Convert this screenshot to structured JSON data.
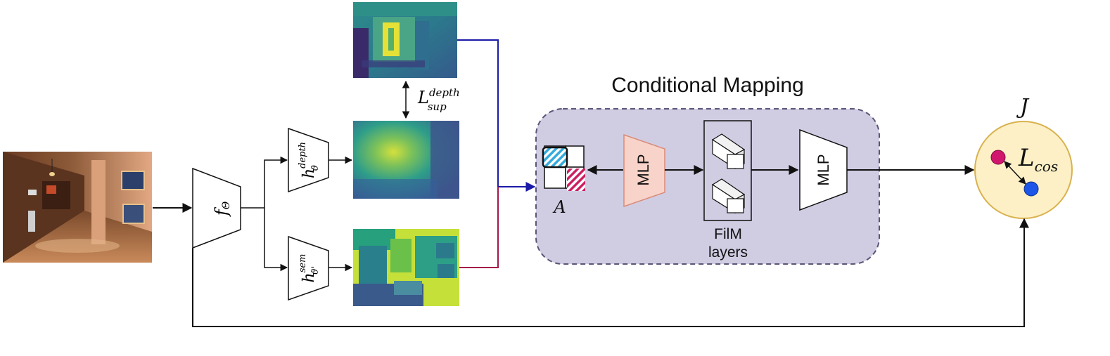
{
  "section_title": "Conditional Mapping",
  "labels": {
    "encoder": "f",
    "encoder_sub": "Θ",
    "depth_head": "h",
    "depth_head_sup": "depth",
    "depth_head_sub": "ϑ",
    "sem_head": "h",
    "sem_head_sup": "sem",
    "sem_head_sub": "ϑ'",
    "loss_depth": "L",
    "loss_depth_sup": "depth",
    "loss_depth_sub": "sup",
    "mlp_left": "MLP",
    "mlp_right": "MLP",
    "film_line1": "FilM",
    "film_line2": "layers",
    "adjacency": "A",
    "objective": "J",
    "loss_cos": "L",
    "loss_cos_sub": "cos"
  },
  "colors": {
    "panel_fill": "#d0cde3",
    "panel_stroke": "#5a5577",
    "mlp_left_fill": "#f8d3c9",
    "mlp_left_stroke": "#d98b79",
    "objective_fill": "#fdf0c6",
    "objective_stroke": "#d9b24f",
    "depth_edge": "#1a1aa8",
    "sem_edge": "#a3174a",
    "dot_pink": "#d0176d",
    "dot_blue": "#1c56e8",
    "patch_blue": "#33aadd",
    "patch_pink": "#cc1f62"
  }
}
